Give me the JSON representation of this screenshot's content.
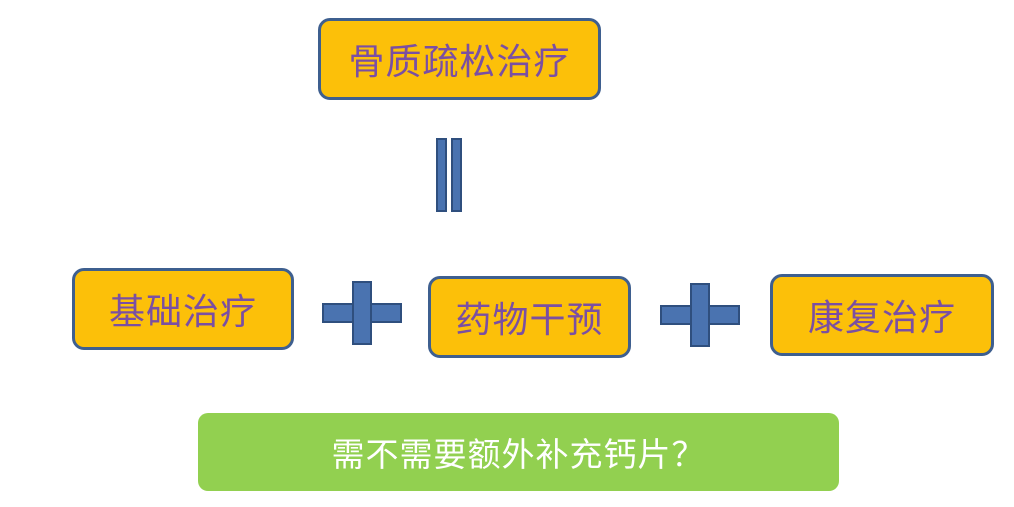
{
  "diagram": {
    "top_box": {
      "label": "骨质疏松治疗"
    },
    "equals_symbol": {
      "icon": "equals-icon"
    },
    "components": [
      {
        "label": "基础治疗"
      },
      {
        "label": "药物干预"
      },
      {
        "label": "康复治疗"
      }
    ],
    "plus_symbols": [
      "plus-icon",
      "plus-icon"
    ],
    "question_box": {
      "label": "需不需要额外补充钙片？"
    }
  },
  "colors": {
    "box_fill": "#fcc009",
    "box_border": "#3e5f8f",
    "box_text": "#7a4fa3",
    "symbol_fill": "#4a73b0",
    "question_fill": "#92d050",
    "question_text": "#ffffff"
  }
}
